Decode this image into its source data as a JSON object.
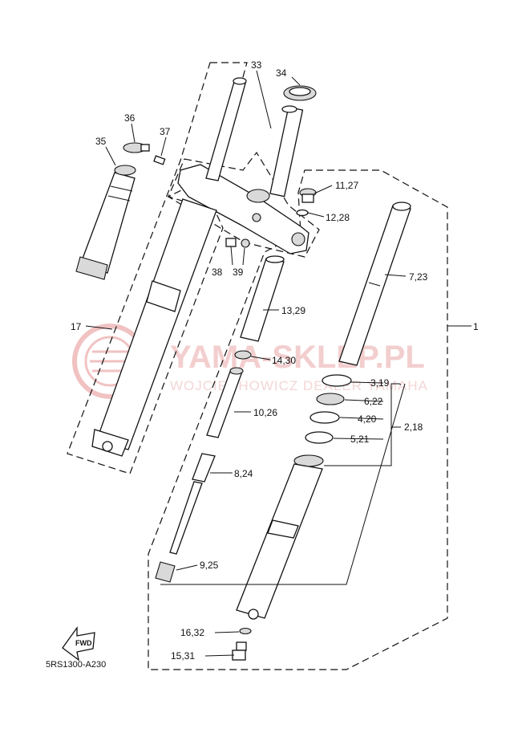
{
  "diagram_code": "5RS1300-A230",
  "fwd_label": "FWD",
  "watermark": {
    "title": "YAMA-SKLEP.PL",
    "subtitle": "WOJCIECHOWICZ DEALER YAMAHA"
  },
  "callouts": [
    {
      "id": "33",
      "text": "33"
    },
    {
      "id": "34",
      "text": "34"
    },
    {
      "id": "36",
      "text": "36"
    },
    {
      "id": "37",
      "text": "37"
    },
    {
      "id": "35",
      "text": "35"
    },
    {
      "id": "11-27",
      "text": "11,27"
    },
    {
      "id": "12-28",
      "text": "12,28"
    },
    {
      "id": "38",
      "text": "38"
    },
    {
      "id": "39",
      "text": "39"
    },
    {
      "id": "7-23",
      "text": "7,23"
    },
    {
      "id": "13-29",
      "text": "13,29"
    },
    {
      "id": "17",
      "text": "17"
    },
    {
      "id": "1",
      "text": "1"
    },
    {
      "id": "14-30",
      "text": "14,30"
    },
    {
      "id": "3-19",
      "text": "3,19"
    },
    {
      "id": "6-22",
      "text": "6,22"
    },
    {
      "id": "10-26",
      "text": "10,26"
    },
    {
      "id": "4-20",
      "text": "4,20"
    },
    {
      "id": "2-18",
      "text": "2,18"
    },
    {
      "id": "5-21",
      "text": "5,21"
    },
    {
      "id": "8-24",
      "text": "8,24"
    },
    {
      "id": "9-25",
      "text": "9,25"
    },
    {
      "id": "16-32",
      "text": "16,32"
    },
    {
      "id": "15-31",
      "text": "15,31"
    }
  ]
}
